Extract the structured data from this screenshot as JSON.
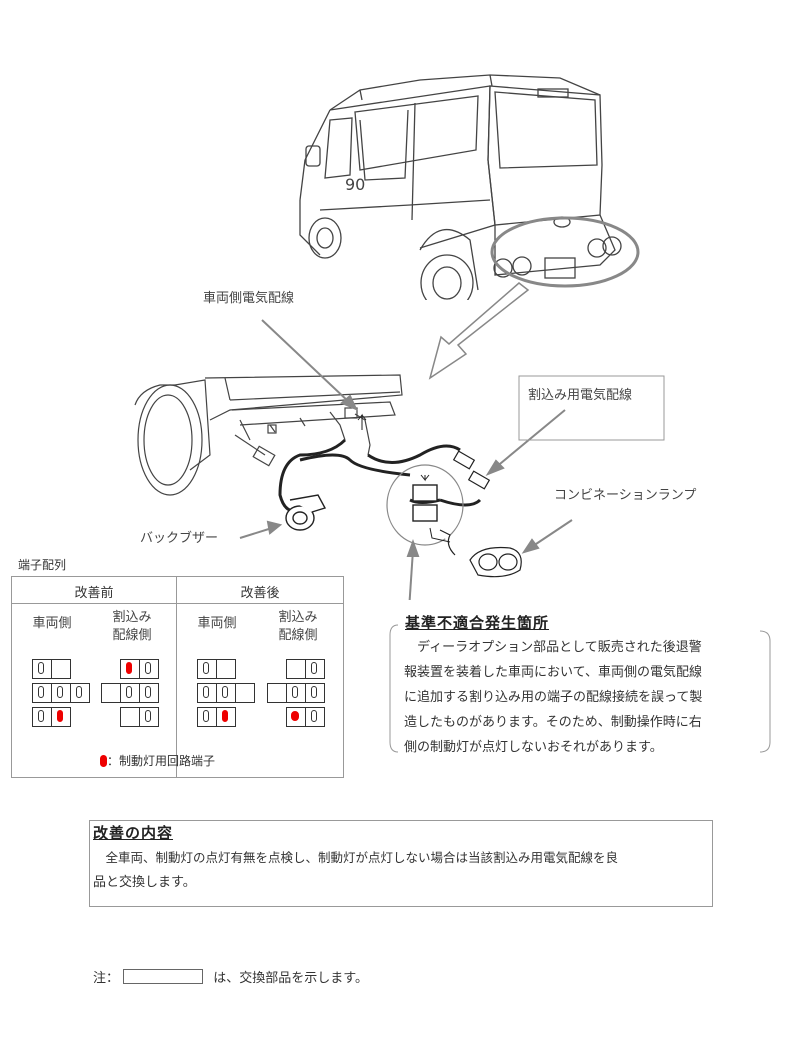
{
  "labels": {
    "vehicle_wiring": "車両側電気配線",
    "branch_wiring": "割込み用電気配線",
    "combination_lamp": "コンビネーションランプ",
    "back_buzzer": "バックブザー"
  },
  "terminal_table": {
    "title": "端子配列",
    "before": "改善前",
    "after": "改善後",
    "vehicle_side": "車両側",
    "branch_side_line1": "割込み",
    "branch_side_line2": "配線側",
    "legend": "：制動灯用回路端子"
  },
  "defect": {
    "heading": "基準不適合発生箇所",
    "lines": [
      "　ディーラオプション部品として販売された後退警",
      "報装置を装着した車両において、車両側の電気配線",
      "に追加する割り込み用の端子の配線接続を誤って製",
      "造したものがあります。そのため、制動操作時に右",
      "側の制動灯が点灯しないおそれがあります。"
    ]
  },
  "improvement": {
    "heading": "改善の内容",
    "lines": [
      "　全車両、制動灯の点灯有無を点検し、制動灯が点灯しない場合は当該割込み用電気配線を良",
      "品と交換します。"
    ]
  },
  "note": {
    "prefix": "注：",
    "suffix": "は、交換部品を示します。"
  }
}
